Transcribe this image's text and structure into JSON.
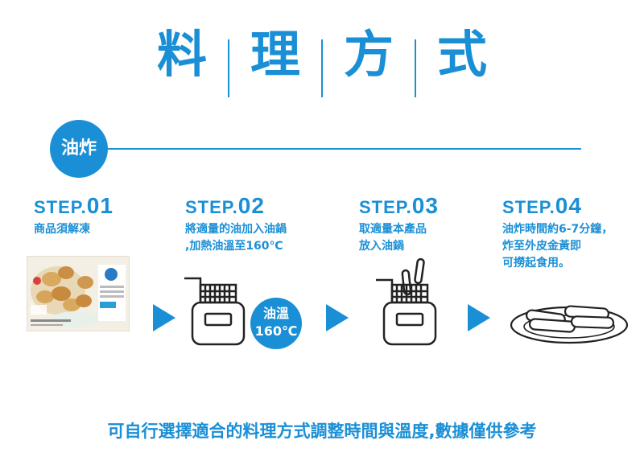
{
  "title": [
    "料",
    "理",
    "方",
    "式"
  ],
  "method": "油炸",
  "steps": [
    {
      "label": "STEP.",
      "num": "01",
      "lines": [
        "商品須解凍"
      ]
    },
    {
      "label": "STEP.",
      "num": "02",
      "lines": [
        "將適量的油加入油鍋",
        ",加熱油溫至160℃"
      ]
    },
    {
      "label": "STEP.",
      "num": "03",
      "lines": [
        "取適量本產品",
        "放入油鍋"
      ]
    },
    {
      "label": "STEP.",
      "num": "04",
      "lines": [
        "油炸時間約6-7分鐘，",
        "炸至外皮金黃即",
        "可撈起食用。"
      ]
    }
  ],
  "oil_badge": {
    "line1": "油溫",
    "line2": "160℃"
  },
  "footer": "可自行選擇適合的料理方式調整時間與溫度,數據僅供參考",
  "colors": {
    "accent": "#1a8fd6"
  }
}
